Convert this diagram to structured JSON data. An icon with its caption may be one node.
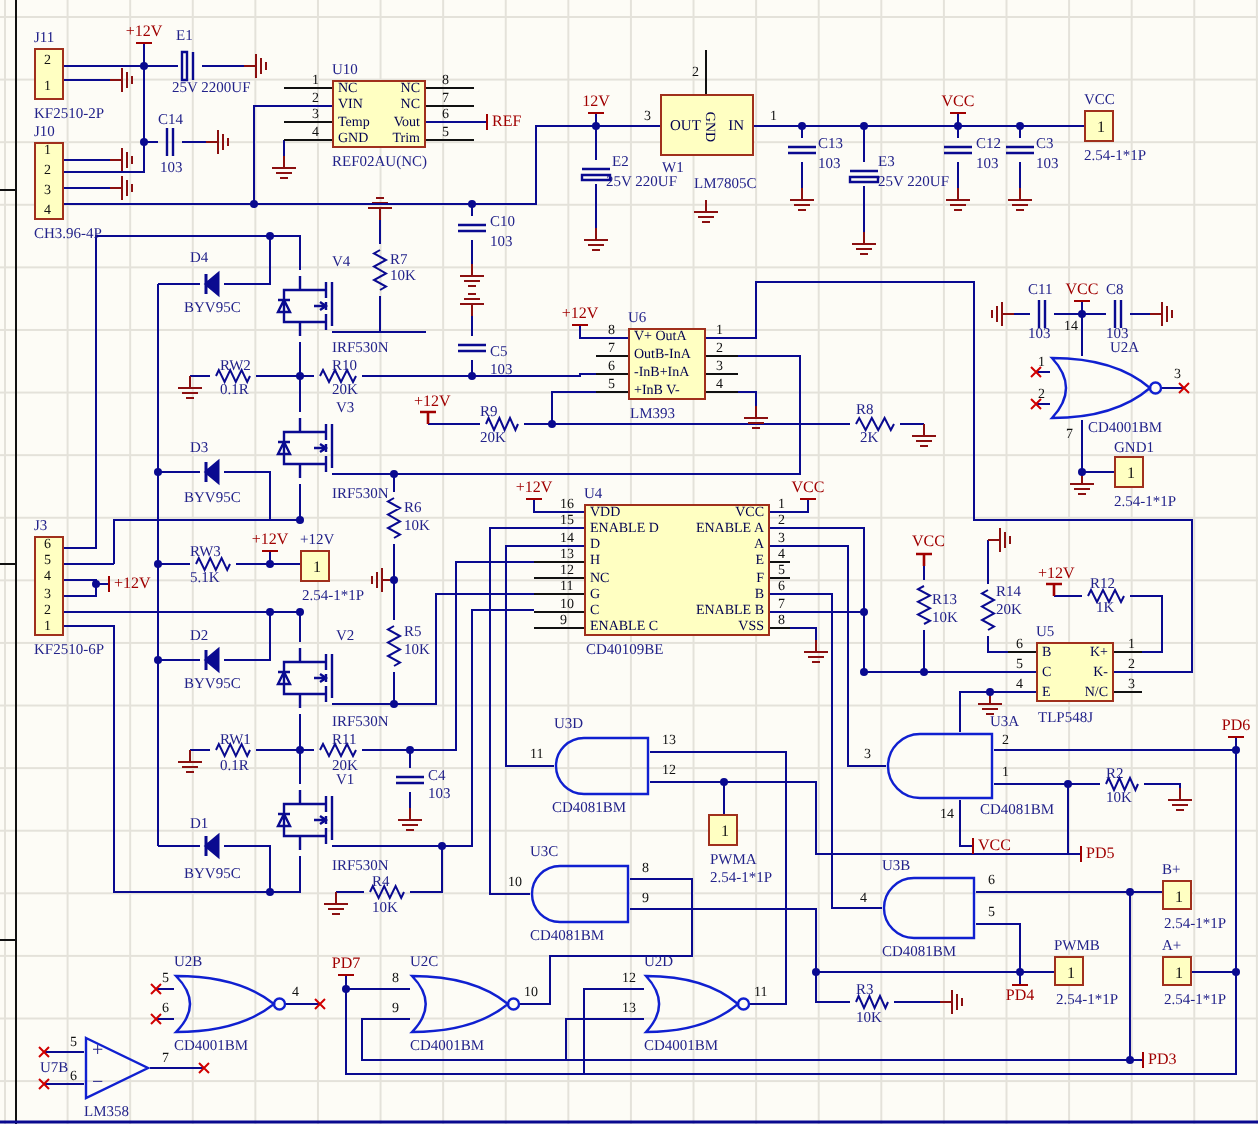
{
  "diagram": {
    "nodes": [
      {
        "text": [
          "J11",
          "2",
          "1"
        ],
        "beside": [
          "KF2510-2P"
        ]
      },
      {
        "text": [
          "J10",
          "1",
          "2",
          "3",
          "4"
        ],
        "beside": [
          "CH3.96-4P"
        ]
      },
      {
        "text": [
          "U10",
          "NC",
          "VIN",
          "Temp",
          "GND",
          "NC",
          "NC",
          "Vout",
          "Trim"
        ],
        "beside": [
          "REF02AU(NC)",
          "1",
          "2",
          "3",
          "4",
          "8",
          "7",
          "6",
          "5"
        ]
      },
      {
        "text": [
          "OUT",
          "GND",
          "IN"
        ],
        "beside": [
          "W1",
          "LM7805C",
          "3",
          "2",
          "1"
        ]
      },
      {
        "text": [
          "VCC",
          "1"
        ],
        "beside": [
          "2.54-1*1P"
        ]
      },
      {
        "text": [
          "U6",
          "V+ OutA",
          "OutB-InA",
          "-InB+InA",
          "+InB V-"
        ],
        "beside": [
          "LM393",
          "8",
          "7",
          "6",
          "5",
          "1",
          "2",
          "3",
          "4"
        ]
      },
      {
        "text": [
          "U2A"
        ],
        "beside": [
          "CD4001BM",
          "1",
          "2",
          "3",
          "14",
          "7"
        ]
      },
      {
        "text": [
          "GND1",
          "1"
        ],
        "beside": [
          "2.54-1*1P"
        ]
      },
      {
        "text": [
          "J3",
          "6",
          "5",
          "4",
          "3",
          "2",
          "1"
        ],
        "beside": [
          "KF2510-6P"
        ]
      },
      {
        "text": [
          "+12V",
          "1"
        ],
        "beside": [
          "2.54-1*1P"
        ]
      },
      {
        "text": [
          "U4",
          "VDD",
          "ENABLE D",
          "D",
          "H",
          "NC",
          "G",
          "C",
          "ENABLE C",
          "VCC",
          "ENABLE A",
          "A",
          "E",
          "F",
          "B",
          "ENABLE B",
          "VSS"
        ],
        "beside": [
          "CD40109BE",
          "16",
          "15",
          "14",
          "13",
          "12",
          "11",
          "10",
          "9",
          "1",
          "2",
          "3",
          "4",
          "5",
          "6",
          "7",
          "8"
        ]
      },
      {
        "text": [
          "U5",
          "B",
          "C",
          "E",
          "K+",
          "K-",
          "N/C"
        ],
        "beside": [
          "TLP548J",
          "6",
          "5",
          "4",
          "1",
          "2",
          "3"
        ]
      },
      {
        "text": [
          "U3D"
        ],
        "beside": [
          "CD4081BM",
          "11",
          "13",
          "12"
        ]
      },
      {
        "text": [
          "U3A"
        ],
        "beside": [
          "CD4081BM",
          "2",
          "1",
          "3",
          "14"
        ]
      },
      {
        "text": [
          "1"
        ],
        "beside": [
          "PWMA",
          "2.54-1*1P"
        ]
      },
      {
        "text": [
          "U3C"
        ],
        "beside": [
          "CD4081BM",
          "10",
          "8",
          "9"
        ]
      },
      {
        "text": [
          "U3B"
        ],
        "beside": [
          "CD4081BM",
          "4",
          "6",
          "5"
        ]
      },
      {
        "text": [
          "B+",
          "1"
        ],
        "beside": [
          "2.54-1*1P"
        ]
      },
      {
        "text": [
          "U2B"
        ],
        "beside": [
          "CD4001BM",
          "5",
          "6",
          "4"
        ]
      },
      {
        "text": [
          "U2C"
        ],
        "beside": [
          "CD4001BM",
          "8",
          "9",
          "10"
        ]
      },
      {
        "text": [
          "U2D"
        ],
        "beside": [
          "CD4001BM",
          "12",
          "13",
          "11"
        ]
      },
      {
        "text": [
          "PWMB",
          "1"
        ],
        "beside": [
          "2.54-1*1P"
        ]
      },
      {
        "text": [
          "A+",
          "1"
        ],
        "beside": [
          "2.54-1*1P"
        ]
      },
      {
        "text": [
          "U7B",
          "+",
          "−"
        ],
        "beside": [
          "LM358",
          "5",
          "6",
          "7"
        ]
      },
      {
        "text": [
          "+12V"
        ]
      },
      {
        "text": [
          "12V"
        ]
      },
      {
        "text": [
          "VCC"
        ]
      },
      {
        "text": [
          "REF"
        ]
      },
      {
        "text": [
          "VCC"
        ]
      },
      {
        "text": [
          "+12V"
        ]
      },
      {
        "text": [
          "+12V"
        ]
      },
      {
        "text": [
          "VCC"
        ]
      },
      {
        "text": [
          "+12V"
        ]
      },
      {
        "text": [
          "+12V"
        ]
      },
      {
        "text": [
          "PD6"
        ]
      },
      {
        "text": [
          "VCC"
        ]
      },
      {
        "text": [
          "PD5"
        ]
      },
      {
        "text": [
          "PD4"
        ]
      },
      {
        "text": [
          "PD3"
        ]
      },
      {
        "text": [
          "PD7"
        ]
      }
    ],
    "edges": [
      {
        "from": 20,
        "to": 12,
        "arrow": "none"
      },
      {
        "from": 12,
        "to": 14,
        "arrow": "none"
      },
      {
        "from": 15,
        "to": 21,
        "arrow": "none"
      },
      {
        "from": 16,
        "to": 21,
        "arrow": "none"
      },
      {
        "from": 16,
        "to": 17,
        "arrow": "none"
      },
      {
        "from": 19,
        "to": 15,
        "arrow": "none"
      },
      {
        "from": 20,
        "to": 22,
        "arrow": "none"
      },
      {
        "from": 20,
        "to": 17,
        "arrow": "none"
      },
      {
        "from": 24,
        "to": 0,
        "arrow": "none"
      },
      {
        "from": 0,
        "to": 1,
        "arrow": "none"
      },
      {
        "from": 1,
        "to": 2,
        "arrow": "none"
      },
      {
        "from": 1,
        "to": 3,
        "arrow": "none"
      },
      {
        "from": 25,
        "to": 3,
        "arrow": "none"
      },
      {
        "from": 3,
        "to": 4,
        "arrow": "none"
      },
      {
        "from": 26,
        "to": 4,
        "arrow": "none"
      },
      {
        "from": 2,
        "to": 27,
        "arrow": "none"
      },
      {
        "from": 5,
        "to": 11,
        "arrow": "none"
      },
      {
        "from": 29,
        "to": 5,
        "arrow": "none"
      },
      {
        "from": 28,
        "to": 6,
        "arrow": "none"
      },
      {
        "from": 6,
        "to": 7,
        "arrow": "none"
      },
      {
        "from": 30,
        "to": 10,
        "arrow": "none"
      },
      {
        "from": 31,
        "to": 10,
        "arrow": "none"
      },
      {
        "from": 10,
        "to": 15,
        "arrow": "none"
      },
      {
        "from": 10,
        "to": 12,
        "arrow": "none"
      },
      {
        "from": 10,
        "to": 13,
        "arrow": "none"
      },
      {
        "from": 10,
        "to": 16,
        "arrow": "none"
      },
      {
        "from": 10,
        "to": 11,
        "arrow": "none"
      },
      {
        "from": 10,
        "to": 11,
        "arrow": "none"
      },
      {
        "from": 11,
        "to": 13,
        "arrow": "none"
      },
      {
        "from": 13,
        "to": 22,
        "arrow": "none"
      },
      {
        "from": 34,
        "to": 13,
        "arrow": "none"
      },
      {
        "from": 13,
        "to": 36,
        "arrow": "none"
      },
      {
        "from": 12,
        "to": 36,
        "arrow": "none"
      },
      {
        "from": 13,
        "to": 35,
        "arrow": "none"
      },
      {
        "from": 38,
        "to": 17,
        "arrow": "none"
      },
      {
        "from": 37,
        "to": 21,
        "arrow": "none"
      },
      {
        "from": 39,
        "to": 19,
        "arrow": "none"
      },
      {
        "from": 19,
        "to": 22,
        "arrow": "none"
      },
      {
        "from": 19,
        "to": 17,
        "arrow": "none"
      },
      {
        "from": 8,
        "to": 33,
        "arrow": "none"
      },
      {
        "from": 8,
        "to": 33,
        "arrow": "none"
      },
      {
        "from": 32,
        "to": 9,
        "arrow": "none"
      }
    ],
    "labels": [
      "E1",
      "25V 2200UF",
      "C14",
      "C13",
      "C12",
      "C3",
      "E2",
      "E3",
      "103",
      "103",
      "103",
      "103",
      "25V 220UF",
      "25V 220UF",
      "C10",
      "103",
      "D4",
      "V4",
      "R7",
      "10K",
      "C11",
      "C8",
      "BYV95C",
      "103",
      "103",
      "IRF530N",
      "C5",
      "RW2",
      "R10",
      "103",
      "0.1R",
      "20K",
      "+12V",
      "V3",
      "R8",
      "R9",
      "2K",
      "20K",
      "D3",
      "IRF530N",
      "BYV95C",
      "R6",
      "10K",
      "VCC",
      "RW3",
      "+12V",
      "5.1K",
      "R12",
      "R14",
      "R13",
      "1K",
      "20K",
      "10K",
      "R5",
      "D2",
      "V2",
      "10K",
      "BYV95C",
      "IRF530N",
      "RW1",
      "R11",
      "0.1R",
      "20K",
      "R2",
      "C4",
      "V1",
      "103",
      "10K",
      "D1",
      "IRF530N",
      "BYV95C",
      "R4",
      "10K",
      "R3",
      "10K"
    ]
  }
}
